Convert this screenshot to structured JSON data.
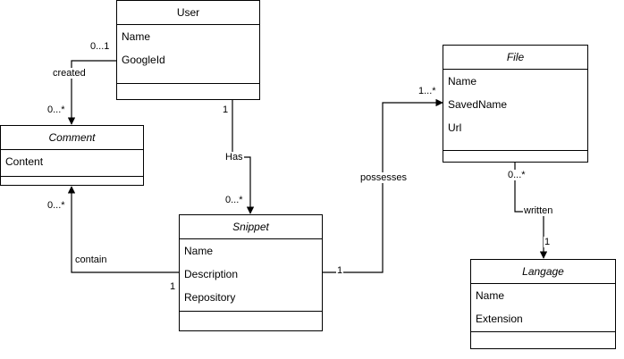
{
  "classes": {
    "user": {
      "name": "User",
      "attributes": [
        "Name",
        "GoogleId"
      ]
    },
    "comment": {
      "name": "Comment",
      "attributes": [
        "Content"
      ]
    },
    "snippet": {
      "name": "Snippet",
      "attributes": [
        "Name",
        "Description",
        "Repository"
      ]
    },
    "file": {
      "name": "File",
      "attributes": [
        "Name",
        "SavedName",
        "Url"
      ]
    },
    "langage": {
      "name": "Langage",
      "attributes": [
        "Name",
        "Extension"
      ]
    }
  },
  "associations": {
    "user_comment": {
      "label": "created",
      "source_mult": "0...1",
      "target_mult": "0...*"
    },
    "user_snippet": {
      "label": "Has",
      "source_mult": "1",
      "target_mult": "0...*"
    },
    "snippet_comment": {
      "label": "contain",
      "source_mult": "1",
      "target_mult": "0...*"
    },
    "snippet_file": {
      "label": "possesses",
      "source_mult": "1",
      "target_mult": "1...*"
    },
    "file_langage": {
      "label": "written",
      "source_mult": "0...*",
      "target_mult": "1"
    }
  }
}
